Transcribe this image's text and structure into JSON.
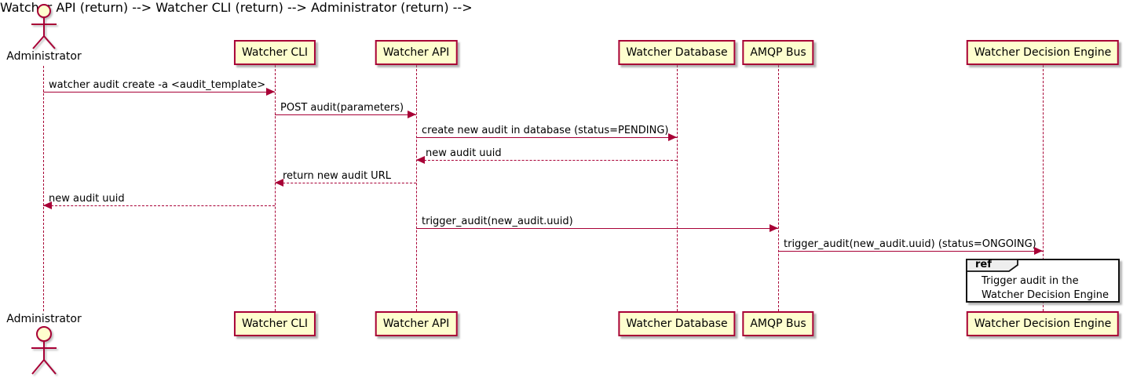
{
  "diagram": {
    "type": "sequence-diagram",
    "colors": {
      "line": "#A80036",
      "participant_fill": "#FEFECE",
      "participant_border": "#A80036",
      "text": "#000000",
      "ref_border": "#121212",
      "ref_header_fill": "#EEEEEE",
      "ref_fill": "#FFFFFF"
    },
    "actor": {
      "name": "Administrator"
    },
    "participants": [
      {
        "name": "Watcher CLI"
      },
      {
        "name": "Watcher API"
      },
      {
        "name": "Watcher Database"
      },
      {
        "name": "AMQP Bus"
      },
      {
        "name": "Watcher Decision Engine"
      }
    ],
    "messages": [
      {
        "from": "Administrator",
        "to": "Watcher CLI",
        "style": "solid",
        "label": "watcher audit create -a <audit_template>"
      },
      {
        "from": "Watcher CLI",
        "to": "Watcher API",
        "style": "solid",
        "label": "POST audit(parameters)"
      },
      {
        "from": "Watcher API",
        "to": "Watcher Database",
        "style": "solid",
        "label": "create new audit in database (status=PENDING)"
      },
      {
        "from": "Watcher Database",
        "to": "Watcher API",
        "style": "dashed",
        "label": "new audit uuid"
      },
      {
        "from": "Watcher API",
        "to": "Watcher CLI",
        "style": "dashed",
        "label": "return new audit URL"
      },
      {
        "from": "Watcher CLI",
        "to": "Administrator",
        "style": "dashed",
        "label": "new audit uuid"
      },
      {
        "from": "Watcher API",
        "to": "AMQP Bus",
        "style": "solid",
        "label": "trigger_audit(new_audit.uuid)"
      },
      {
        "from": "AMQP Bus",
        "to": "Watcher Decision Engine",
        "style": "solid",
        "label": "trigger_audit(new_audit.uuid) (status=ONGOING)"
      }
    ],
    "ref": {
      "keyword": "ref",
      "over": "Watcher Decision Engine",
      "lines": [
        "Trigger audit in the",
        "Watcher Decision Engine"
      ]
    }
  }
}
